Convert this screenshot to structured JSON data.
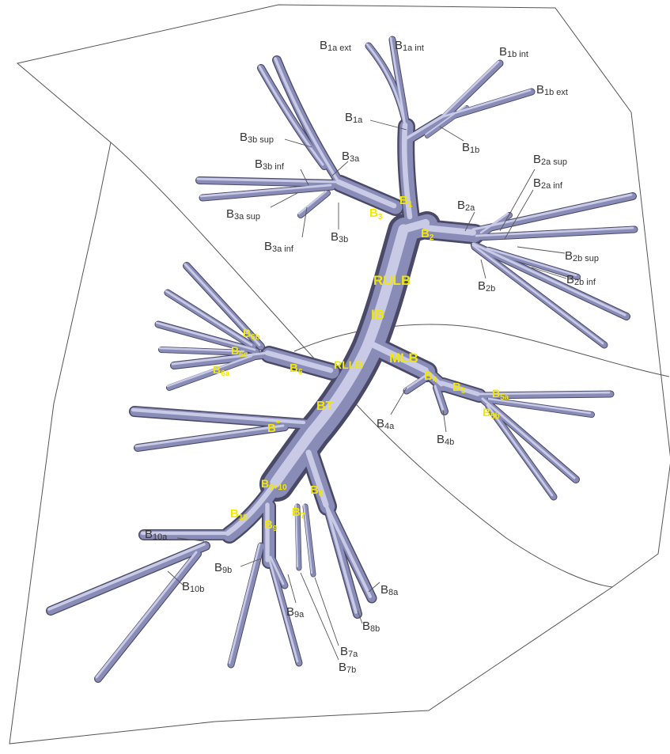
{
  "figure": {
    "colors": {
      "tube": "#8a8cb8",
      "tube_shadow": "#4a4a68",
      "tube_highlight": "#c8cae6",
      "primary_label": "#f2e800",
      "secondary_label": "#333333",
      "outline": "#555555"
    },
    "primary_labels": [
      {
        "main": "B",
        "sub": "1"
      },
      {
        "main": "B",
        "sub": "2"
      },
      {
        "main": "B",
        "sub": "3"
      },
      {
        "main": "RULB",
        "sub": ""
      },
      {
        "main": "IB",
        "sub": ""
      },
      {
        "main": "MLB",
        "sub": ""
      },
      {
        "main": "RLLB",
        "sub": ""
      },
      {
        "main": "B",
        "sub": "4"
      },
      {
        "main": "B",
        "sub": "5"
      },
      {
        "main": "B",
        "sub": "5a"
      },
      {
        "main": "B",
        "sub": "5b"
      },
      {
        "main": "B",
        "sub": "6"
      },
      {
        "main": "B",
        "sub": "6a"
      },
      {
        "main": "B",
        "sub": "6b"
      },
      {
        "main": "B",
        "sub": "6c"
      },
      {
        "main": "BT",
        "sub": ""
      },
      {
        "main": "B",
        "sub": "*"
      },
      {
        "main": "B",
        "sub": "9+10"
      },
      {
        "main": "B",
        "sub": "8"
      },
      {
        "main": "B",
        "sub": "10"
      },
      {
        "main": "B",
        "sub": "7"
      },
      {
        "main": "B",
        "sub": "9"
      }
    ],
    "secondary_labels": [
      {
        "main": "B",
        "sub": "1a ext"
      },
      {
        "main": "B",
        "sub": "1a int"
      },
      {
        "main": "B",
        "sub": "1b int"
      },
      {
        "main": "B",
        "sub": "1b ext"
      },
      {
        "main": "B",
        "sub": "1a"
      },
      {
        "main": "B",
        "sub": "1b"
      },
      {
        "main": "B",
        "sub": "3b sup"
      },
      {
        "main": "B",
        "sub": "3a"
      },
      {
        "main": "B",
        "sub": "3b inf"
      },
      {
        "main": "B",
        "sub": "3a sup"
      },
      {
        "main": "B",
        "sub": "3b"
      },
      {
        "main": "B",
        "sub": "3a inf"
      },
      {
        "main": "B",
        "sub": "2a sup"
      },
      {
        "main": "B",
        "sub": "2a inf"
      },
      {
        "main": "B",
        "sub": "2a"
      },
      {
        "main": "B",
        "sub": "2b sup"
      },
      {
        "main": "B",
        "sub": "2b inf"
      },
      {
        "main": "B",
        "sub": "2b"
      },
      {
        "main": "B",
        "sub": "4a"
      },
      {
        "main": "B",
        "sub": "4b"
      },
      {
        "main": "B",
        "sub": "10a"
      },
      {
        "main": "B",
        "sub": "10b"
      },
      {
        "main": "B",
        "sub": "9b"
      },
      {
        "main": "B",
        "sub": "9a"
      },
      {
        "main": "B",
        "sub": "8a"
      },
      {
        "main": "B",
        "sub": "8b"
      },
      {
        "main": "B",
        "sub": "7a"
      },
      {
        "main": "B",
        "sub": "7b"
      }
    ]
  }
}
